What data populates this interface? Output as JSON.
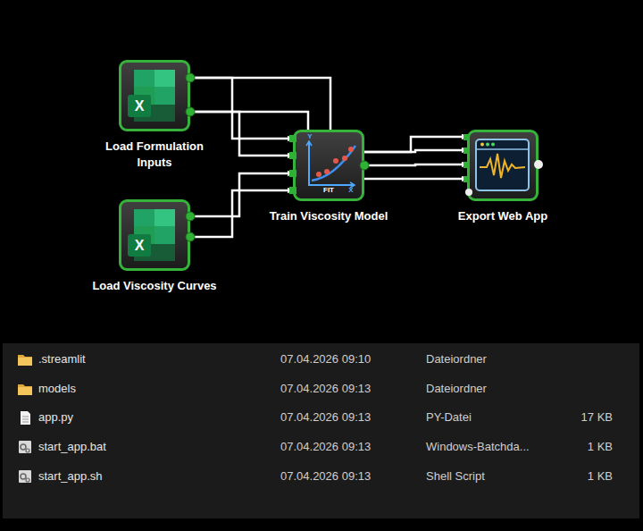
{
  "diagram": {
    "nodes": [
      {
        "text": [
          "Load Formulation Inputs"
        ]
      },
      {
        "text": [
          "Load Viscosity Curves"
        ]
      },
      {
        "text": [
          "Train Viscosity Model"
        ]
      },
      {
        "text": [
          "Export Web App"
        ]
      }
    ],
    "edges": [
      {
        "from": 0,
        "to": 2,
        "arrow": "to"
      },
      {
        "from": 0,
        "to": 2,
        "arrow": "to"
      },
      {
        "from": 1,
        "to": 2,
        "arrow": "to"
      },
      {
        "from": 1,
        "to": 2,
        "arrow": "to"
      },
      {
        "from": 0,
        "to": 2,
        "arrow": "none"
      },
      {
        "from": 0,
        "to": 2,
        "arrow": "none"
      },
      {
        "from": 2,
        "to": 3,
        "arrow": "to"
      },
      {
        "from": 2,
        "to": 3,
        "arrow": "to"
      },
      {
        "from": 2,
        "to": 3,
        "arrow": "to"
      },
      {
        "from": 2,
        "to": 3,
        "arrow": "to"
      }
    ],
    "labels": [
      "X",
      "X",
      "Y",
      "X",
      "FIT",
      ".streamlit",
      "07.04.2026 09:10",
      "Dateiordner",
      "models",
      "07.04.2026 09:13",
      "Dateiordner",
      "app.py",
      "07.04.2026 09:13",
      "PY-Datei",
      "17 KB",
      "start_app.bat",
      "07.04.2026 09:13",
      "Windows-Batchda...",
      "1 KB",
      "start_app.sh",
      "07.04.2026 09:13",
      "Shell Script",
      "1 KB"
    ]
  }
}
